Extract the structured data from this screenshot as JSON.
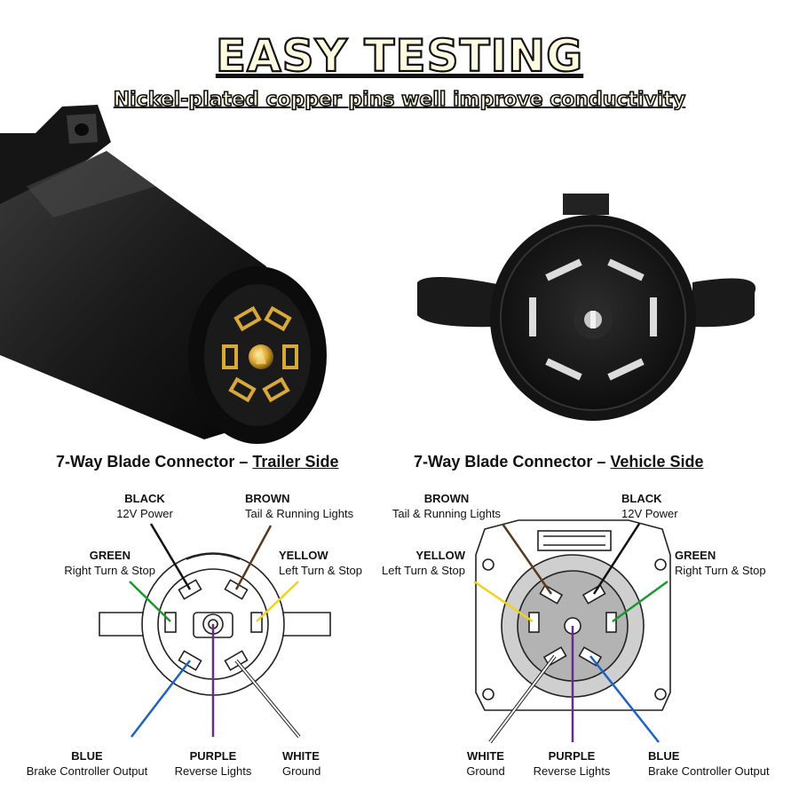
{
  "header": {
    "title": "EASY TESTING",
    "subtitle": "Nickel-plated copper pins well improve conductivity"
  },
  "trailer": {
    "title_prefix": "7-Way Blade Connector –",
    "title_side": "Trailer Side",
    "pins": {
      "black": {
        "color": "BLACK",
        "function": "12V Power"
      },
      "brown": {
        "color": "BROWN",
        "function": "Tail & Running Lights"
      },
      "green": {
        "color": "GREEN",
        "function": "Right Turn & Stop"
      },
      "yellow": {
        "color": "YELLOW",
        "function": "Left Turn & Stop"
      },
      "blue": {
        "color": "BLUE",
        "function": "Brake Controller Output"
      },
      "purple": {
        "color": "PURPLE",
        "function": "Reverse Lights"
      },
      "white": {
        "color": "WHITE",
        "function": "Ground"
      }
    }
  },
  "vehicle": {
    "title_prefix": "7-Way Blade Connector –",
    "title_side": "Vehicle Side",
    "pins": {
      "brown": {
        "color": "BROWN",
        "function": "Tail & Running Lights"
      },
      "black": {
        "color": "BLACK",
        "function": "12V Power"
      },
      "yellow": {
        "color": "YELLOW",
        "function": "Left Turn & Stop"
      },
      "green": {
        "color": "GREEN",
        "function": "Right Turn & Stop"
      },
      "white": {
        "color": "WHITE",
        "function": "Ground"
      },
      "purple": {
        "color": "PURPLE",
        "function": "Reverse Lights"
      },
      "blue": {
        "color": "BLUE",
        "function": "Brake Controller Output"
      }
    }
  },
  "wire_colors": {
    "black": "#111111",
    "brown": "#5a3a1e",
    "green": "#1a9a2e",
    "yellow": "#f2d21b",
    "blue": "#1b63c4",
    "purple": "#6a2a8a",
    "white": "#ffffff"
  }
}
